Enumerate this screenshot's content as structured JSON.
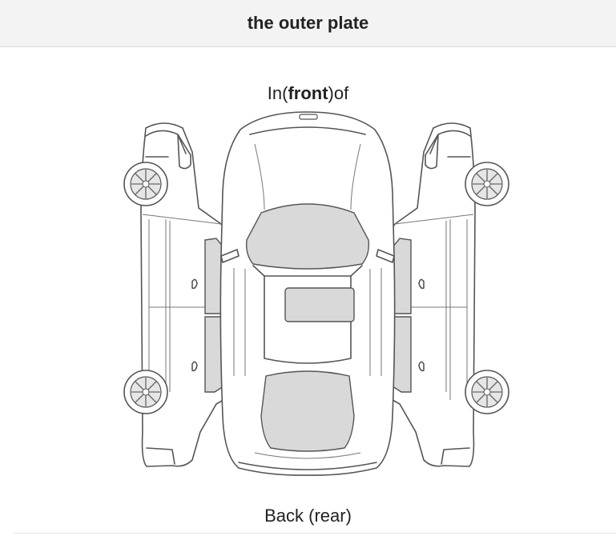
{
  "header": {
    "title": "the outer plate"
  },
  "diagram": {
    "front_label": {
      "prefix": "In(",
      "bold": "front",
      "suffix": ")of"
    },
    "back_label": "Back (rear)"
  }
}
